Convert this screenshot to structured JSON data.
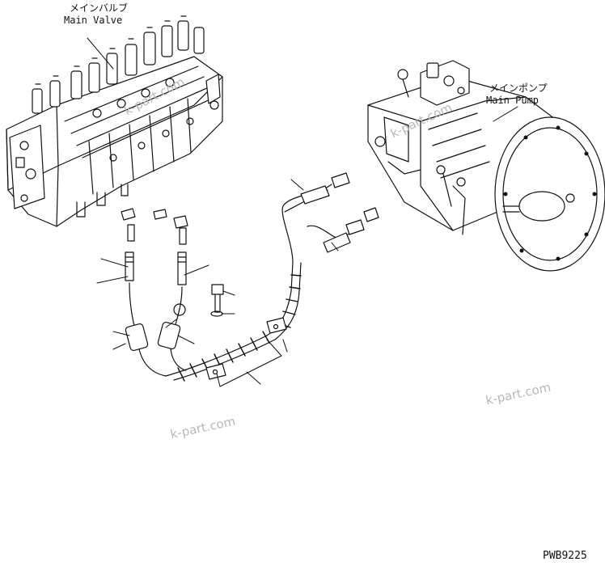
{
  "labels": {
    "main_valve_jp": "メインバルブ",
    "main_valve_en": "Main Valve",
    "main_pump_jp": "メインポンプ",
    "main_pump_en": "Main Pump"
  },
  "watermarks": [
    "k-part.com",
    "k-part.com",
    "k-part.com",
    "k-part.com"
  ],
  "drawing_code": "PWB9225",
  "colors": {
    "line": "#111111",
    "watermark": "#b8b8b8",
    "background": "#ffffff"
  }
}
